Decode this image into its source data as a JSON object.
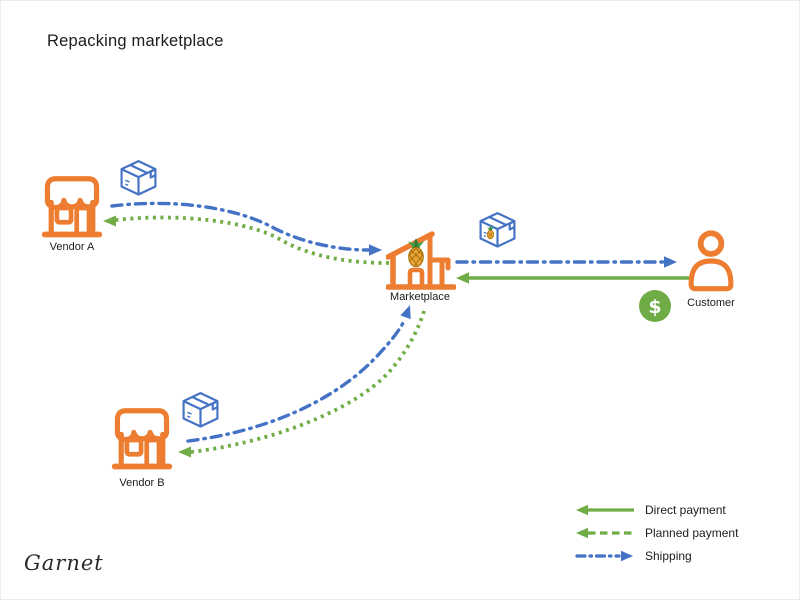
{
  "title": "Repacking marketplace",
  "signature": "Garnet",
  "colors": {
    "node_orange": "#ED7D31",
    "shipping_blue": "#4472C4",
    "payment_green": "#70AD47"
  },
  "nodes": {
    "vendor_a": {
      "label": "Vendor A",
      "icon": "storefront-icon"
    },
    "vendor_b": {
      "label": "Vendor B",
      "icon": "storefront-icon"
    },
    "marketplace": {
      "label": "Marketplace",
      "icon": "warehouse-with-pineapple-icon"
    },
    "customer": {
      "label": "Customer",
      "icon": "person-icon"
    }
  },
  "decorations": {
    "package_vendor_a": "package-icon",
    "package_vendor_b": "package-icon",
    "package_marketplace": "package-with-pineapple-icon",
    "payment_coin": "dollar-coin-icon",
    "dollar_symbol": "$"
  },
  "edges": [
    {
      "id": "shipping-vendor-a-to-marketplace",
      "type": "shipping",
      "style": "dash-dot",
      "color": "#4472C4",
      "from": "vendor_a",
      "to": "marketplace"
    },
    {
      "id": "planned-marketplace-to-vendor-a",
      "type": "planned_payment",
      "style": "dotted",
      "color": "#70AD47",
      "from": "marketplace",
      "to": "vendor_a"
    },
    {
      "id": "shipping-vendor-b-to-marketplace",
      "type": "shipping",
      "style": "dash-dot",
      "color": "#4472C4",
      "from": "vendor_b",
      "to": "marketplace"
    },
    {
      "id": "planned-marketplace-to-vendor-b",
      "type": "planned_payment",
      "style": "dotted",
      "color": "#70AD47",
      "from": "marketplace",
      "to": "vendor_b"
    },
    {
      "id": "shipping-marketplace-to-customer",
      "type": "shipping",
      "style": "dash-dot",
      "color": "#4472C4",
      "from": "marketplace",
      "to": "customer"
    },
    {
      "id": "direct-customer-to-marketplace",
      "type": "direct_payment",
      "style": "solid",
      "color": "#70AD47",
      "from": "customer",
      "to": "marketplace"
    }
  ],
  "legend": {
    "items": [
      {
        "label": "Direct payment",
        "line_style": "solid",
        "color": "#70AD47",
        "arrow_direction": "left"
      },
      {
        "label": "Planned payment",
        "line_style": "dashed",
        "color": "#70AD47",
        "arrow_direction": "left"
      },
      {
        "label": "Shipping",
        "line_style": "dash-dot",
        "color": "#4472C4",
        "arrow_direction": "right"
      }
    ]
  }
}
